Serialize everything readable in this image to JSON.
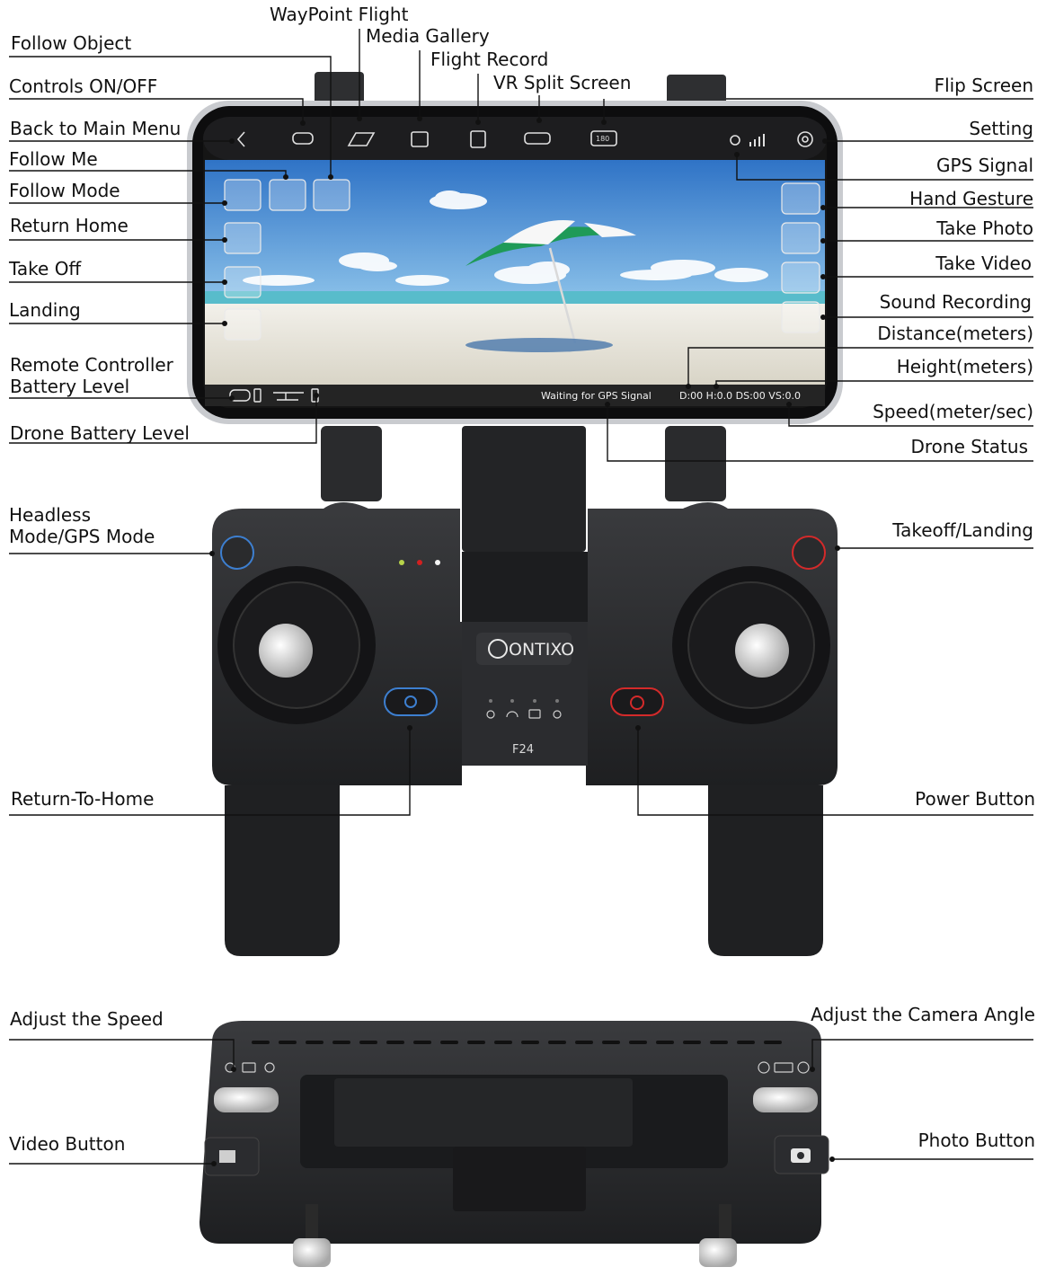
{
  "labels": {
    "waypoint_flight": "WayPoint Flight",
    "media_gallery": "Media Gallery",
    "flight_record": "Flight Record",
    "vr_split_screen": "VR Split Screen",
    "follow_object": "Follow Object",
    "controls_on_off": "Controls ON/OFF",
    "back_to_main_menu": "Back to Main Menu",
    "follow_me": "Follow Me",
    "follow_mode": "Follow Mode",
    "return_home": "Return Home",
    "take_off": "Take Off",
    "landing": "Landing",
    "remote_controller_battery_level": "Remote Controller\nBattery Level",
    "drone_battery_level": "Drone Battery Level",
    "flip_screen": "Flip Screen",
    "setting": "Setting",
    "gps_signal": "GPS Signal",
    "hand_gesture": "Hand Gesture",
    "take_photo": "Take Photo",
    "take_video": "Take Video",
    "sound_recording": "Sound Recording",
    "distance_meters": "Distance(meters)",
    "height_meters": "Height(meters)",
    "speed_meter_sec": "Speed(meter/sec)",
    "drone_status": "Drone Status",
    "headless_gps_mode": "Headless\nMode/GPS Mode",
    "takeoff_landing": "Takeoff/Landing",
    "return_to_home": "Return-To-Home",
    "power_button": "Power Button",
    "adjust_the_speed": "Adjust the Speed",
    "adjust_the_camera_angle": "Adjust the Camera Angle",
    "video_button": "Video Button",
    "photo_button": "Photo Button"
  },
  "screen": {
    "status_text": "Waiting for GPS Signal",
    "telemetry": "D:00 H:0.0 DS:00 VS:0.0",
    "icon_180": "180"
  },
  "controller": {
    "brand": "ONTIXO",
    "model": "F24"
  },
  "icons": {
    "top_bar": [
      "back-icon",
      "gamepad-icon",
      "waypoint-icon",
      "gallery-icon",
      "flight-record-icon",
      "vr-icon",
      "flip-180-icon",
      "gps-signal-icon",
      "gear-icon"
    ],
    "left_column": [
      "follow-mode-icon",
      "follow-me-icon",
      "follow-object-icon",
      "return-home-icon",
      "take-off-icon",
      "landing-icon"
    ],
    "right_column": [
      "hand-gesture-icon",
      "camera-icon",
      "video-icon",
      "microphone-icon"
    ]
  },
  "colors": {
    "rth_button": "#3d7fd0",
    "power_button": "#d42a2a",
    "led_green": "#b8d44a",
    "led_red": "#d32020",
    "led_white": "#f5f5f5",
    "sky": "#3f86d4",
    "sand": "#e6e2d6",
    "sea": "#4fb7c8",
    "umbrella_green": "#1f9a58"
  }
}
